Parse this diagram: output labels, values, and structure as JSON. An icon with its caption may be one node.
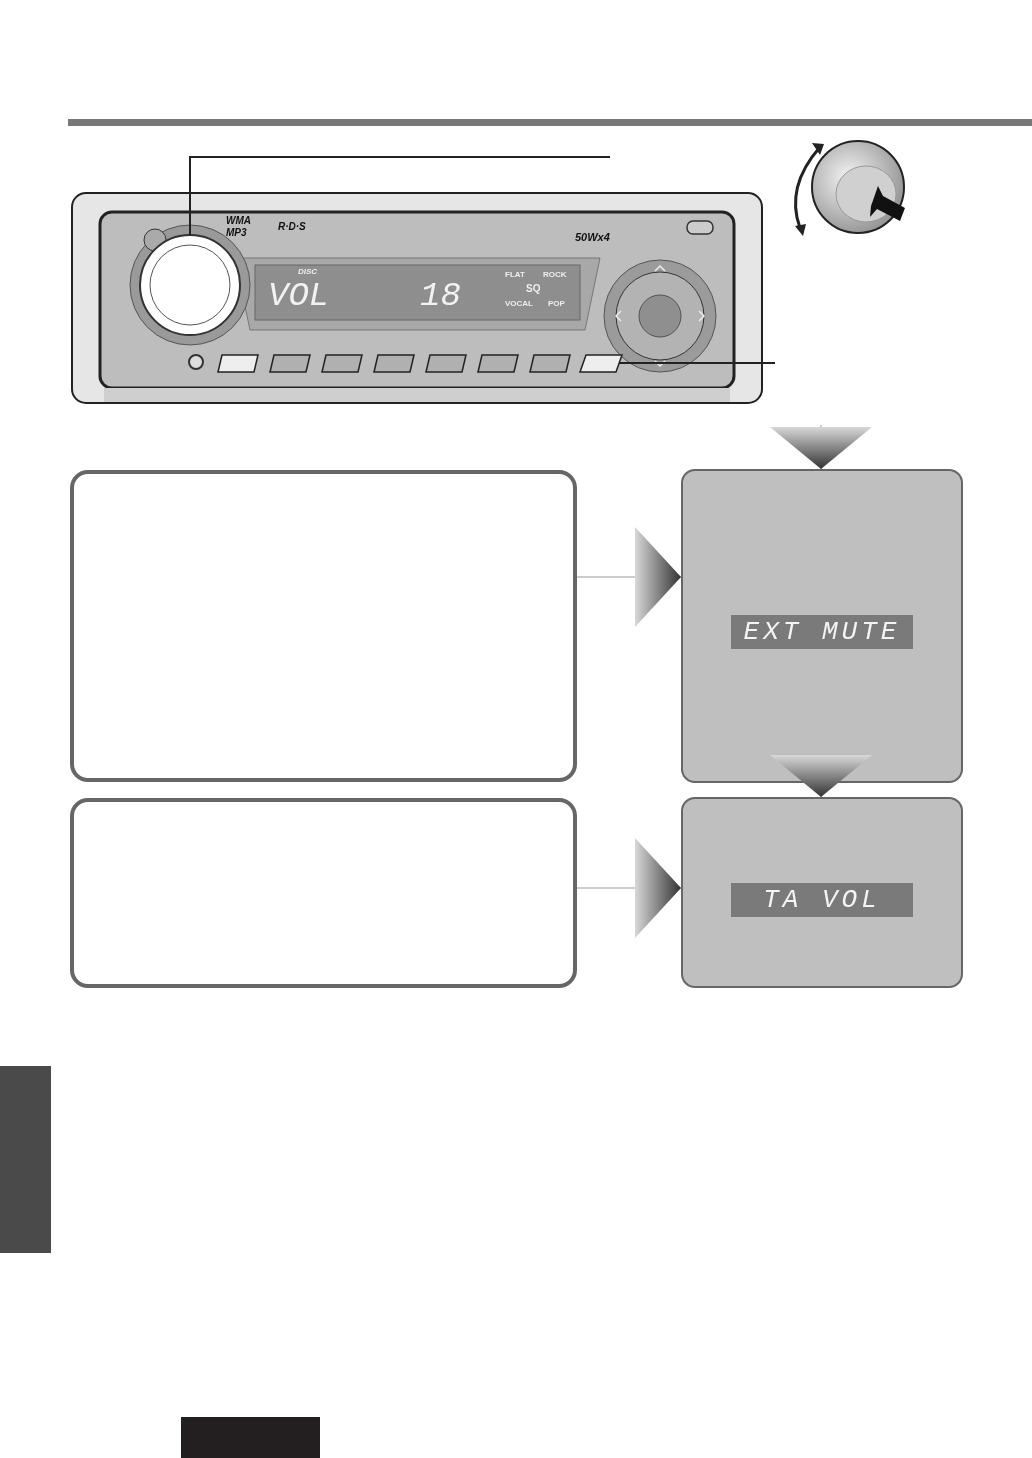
{
  "diagram": {
    "nodes": [
      {
        "text": [],
        "shape": "circle"
      },
      {
        "text": [],
        "shape": "box"
      },
      {
        "text": [],
        "shape": "box"
      },
      {
        "text": [
          "EXT MUTE"
        ]
      },
      {
        "text": [],
        "shape": "box"
      },
      {
        "text": [
          "TA VOL"
        ]
      },
      {
        "text": [],
        "shape": "bar"
      }
    ],
    "edges": [
      {
        "from": null,
        "to": 0,
        "arrow": "none",
        "color": "#222222"
      },
      {
        "from": null,
        "to": 1,
        "arrow": "none",
        "color": "#222222"
      },
      {
        "from": 2,
        "to": 3,
        "arrow": "to"
      },
      {
        "from": null,
        "to": 3,
        "arrow": "to"
      },
      {
        "from": 3,
        "to": 5,
        "arrow": "to"
      },
      {
        "from": 4,
        "to": 5,
        "arrow": "to"
      }
    ],
    "labels": [
      "WMA",
      "MP3",
      "R·D·S",
      "50Wx4",
      "DISC",
      "VOL",
      "18",
      "FLAT",
      "ROCK",
      "SQ",
      "VOCAL",
      "POP"
    ]
  }
}
